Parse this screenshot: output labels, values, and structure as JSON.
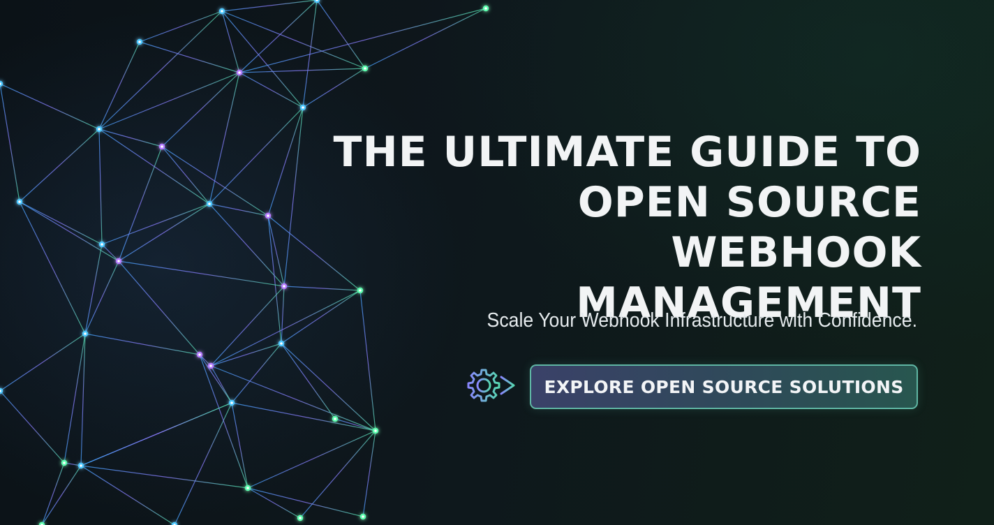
{
  "headline": {
    "line1": "THE ULTIMATE GUIDE TO",
    "line2": "OPEN SOURCE WEBHOOK",
    "line3": "MANAGEMENT"
  },
  "subtitle": "Scale Your Webhook Infrastructure with Confidence.",
  "cta": {
    "label": "EXPLORE OPEN SOURCE SOLUTIONS",
    "icon": "gear-arrow-icon"
  },
  "decoration": {
    "graphic": "network-graph",
    "colors": {
      "background": "#0d1418",
      "node_blue": "#4cc8ff",
      "node_purple": "#b77cff",
      "node_green": "#5dffb0",
      "button_border": "#5fb6a4",
      "text": "#f2f4f5"
    }
  }
}
